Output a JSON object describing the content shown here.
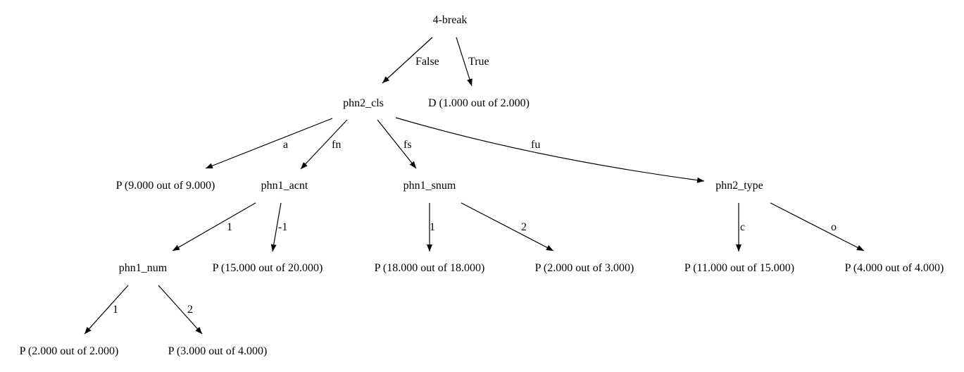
{
  "nodes": {
    "root": "4-break",
    "phn2_cls": "phn2_cls",
    "leaf_d_true": "D (1.000 out of 2.000)",
    "leaf_p_a": "P (9.000 out of 9.000)",
    "phn1_acnt": "phn1_acnt",
    "phn1_snum": "phn1_snum",
    "phn2_type": "phn2_type",
    "phn1_num": "phn1_num",
    "leaf_p_acnt_neg1": "P (15.000 out of 20.000)",
    "leaf_p_snum_1": "P (18.000 out of 18.000)",
    "leaf_p_snum_2": "P (2.000 out of 3.000)",
    "leaf_p_type_c": "P (11.000 out of 15.000)",
    "leaf_p_type_o": "P (4.000 out of 4.000)",
    "leaf_p_num_1": "P (2.000 out of 2.000)",
    "leaf_p_num_2": "P (3.000 out of 4.000)"
  },
  "edges": {
    "root_false": "False",
    "root_true": "True",
    "cls_a": "a",
    "cls_fn": "fn",
    "cls_fs": "fs",
    "cls_fu": "fu",
    "acnt_1": "1",
    "acnt_neg1": "-1",
    "snum_1": "1",
    "snum_2": "2",
    "type_c": "c",
    "type_o": "o",
    "num_1": "1",
    "num_2": "2"
  }
}
